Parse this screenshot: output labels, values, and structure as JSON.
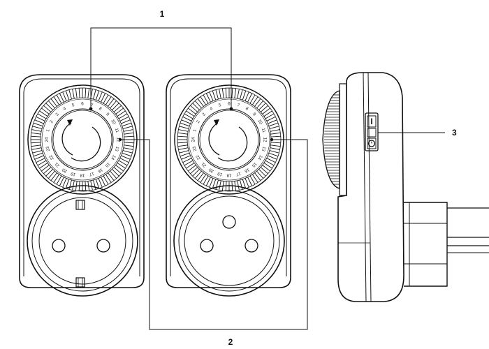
{
  "callouts": [
    {
      "id": "c1",
      "label": "1"
    },
    {
      "id": "c2",
      "label": "2"
    },
    {
      "id": "c3",
      "label": "3"
    }
  ],
  "dial": {
    "hours": [
      "24",
      "1",
      "2",
      "3",
      "4",
      "5",
      "6",
      "7",
      "8",
      "9",
      "10",
      "11",
      "12",
      "13",
      "14",
      "15",
      "16",
      "17",
      "18",
      "19",
      "20",
      "21",
      "22",
      "23"
    ],
    "segments": 96
  },
  "switch_symbols": {
    "on": "I",
    "timer": "clock-symbol"
  },
  "icons": {
    "dial_arrow": "curved-arrow-icon",
    "timer_symbol": "clock-icon"
  },
  "colors": {
    "line": "#111111",
    "background": "#ffffff"
  }
}
